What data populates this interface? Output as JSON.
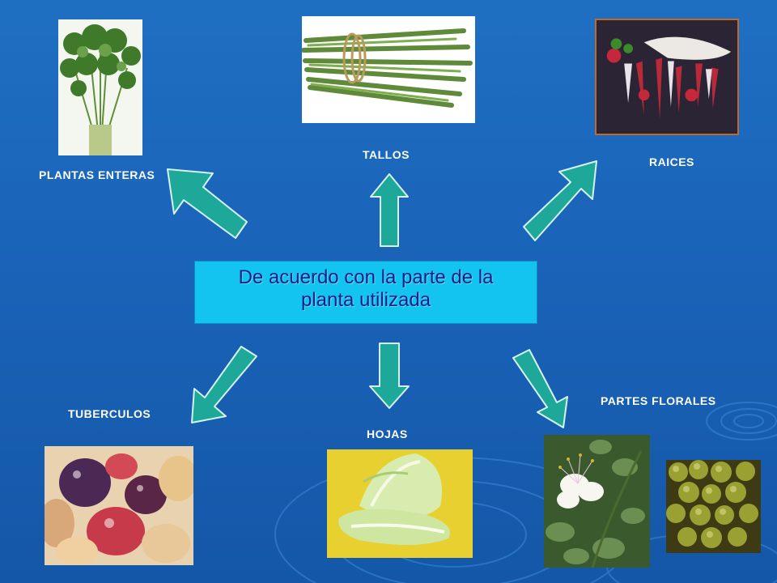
{
  "center": {
    "title": "De acuerdo con la parte de la planta utilizada"
  },
  "labels": {
    "plantas_enteras": "PLANTAS ENTERAS",
    "tallos": "TALLOS",
    "raices": "RAICES",
    "tuberculos": "TUBERCULOS",
    "hojas": "HOJAS",
    "partes_florales": "PARTES FLORALES"
  },
  "colors": {
    "background": "#1a63b8",
    "center_box": "#14c4f0",
    "center_text": "#0b1f8a",
    "arrow_fill": "#1ea89a",
    "arrow_stroke": "#d6f2ee"
  }
}
